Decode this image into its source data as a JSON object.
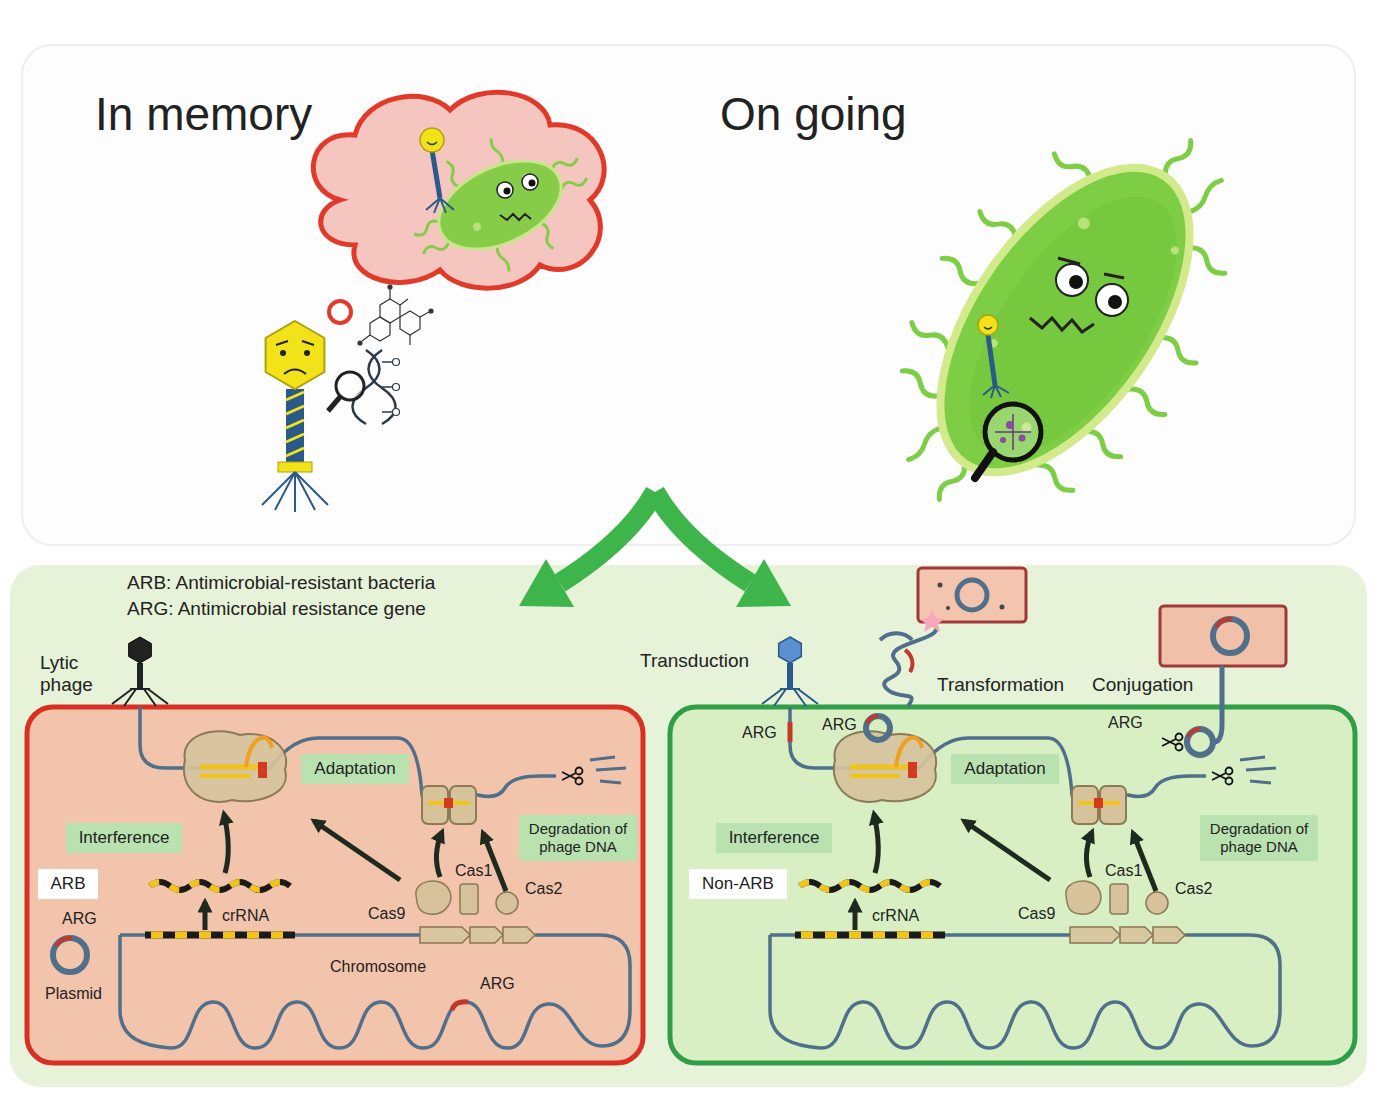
{
  "diagram": {
    "nodes": [
      {
        "text": [
          "Adaptation"
        ]
      },
      {
        "text": [
          "Interference"
        ]
      },
      {
        "text": [
          "Degradation of phage DNA"
        ]
      },
      {
        "text": [
          "ARB"
        ]
      },
      {
        "text": [
          "Adaptation"
        ]
      },
      {
        "text": [
          "Interference"
        ]
      },
      {
        "text": [
          "Degradation of phage DNA"
        ]
      },
      {
        "text": [
          "Non-ARB"
        ]
      }
    ],
    "labels": [
      "In memory",
      "On going",
      "ARB: Antimicrobial-resistant bacteria",
      "ARG: Antimicrobial resistance gene",
      "Lytic phage",
      "ARG",
      "Cas1",
      "Cas9",
      "Cas2",
      "crRNA",
      "Plasmid",
      "Chromosome",
      "ARG",
      "Transduction",
      "Transformation",
      "Conjugation",
      "ARG",
      "ARG",
      "ARG",
      "Cas1",
      "Cas9",
      "Cas2",
      "crRNA"
    ]
  }
}
